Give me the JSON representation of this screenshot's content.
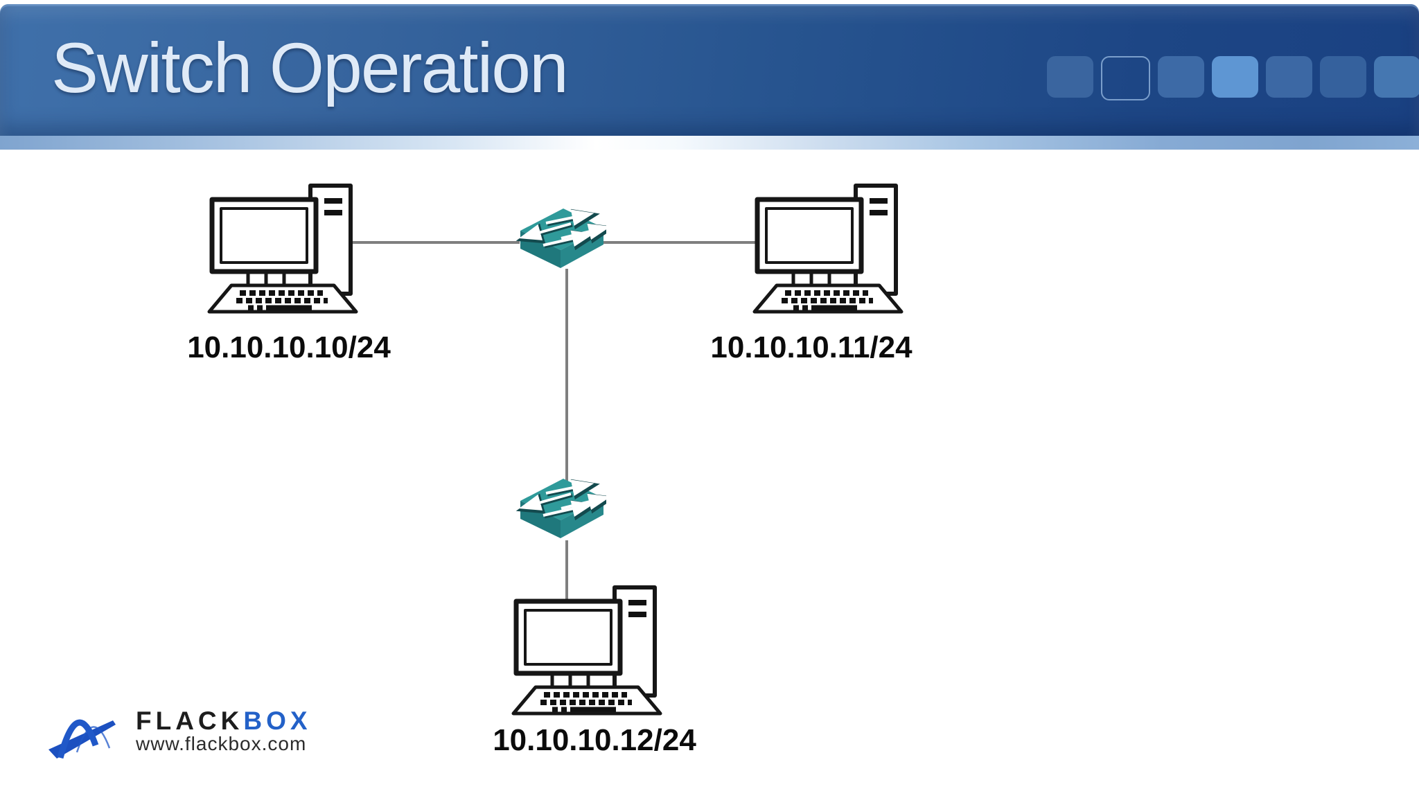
{
  "slide": {
    "title": "Switch Operation",
    "header": {
      "gradient_left": "#3f70aa",
      "gradient_right": "#1a4182",
      "squares": [
        {
          "fill": "#3a659f",
          "outlined": false,
          "border": ""
        },
        {
          "fill": "none",
          "outlined": true,
          "border": "#7b9fcc"
        },
        {
          "fill": "#3d6aa6",
          "outlined": false,
          "border": ""
        },
        {
          "fill": "#5e96d3",
          "outlined": false,
          "border": ""
        },
        {
          "fill": "#3c68a4",
          "outlined": false,
          "border": ""
        },
        {
          "fill": "#35619d",
          "outlined": false,
          "border": ""
        },
        {
          "fill": "#4577b1",
          "outlined": false,
          "border": ""
        }
      ]
    }
  },
  "diagram": {
    "colors": {
      "wire": "#7f7f7f",
      "switch_top": "#2f9a9a",
      "switch_left": "#1f787c",
      "switch_right": "#27888b",
      "device_line": "#161616",
      "label_text": "#0b0b0b"
    },
    "nodes": [
      {
        "id": "pc1",
        "type": "computer",
        "icon": "desktop-computer-icon",
        "label": "10.10.10.10/24"
      },
      {
        "id": "pc2",
        "type": "computer",
        "icon": "desktop-computer-icon",
        "label": "10.10.10.11/24"
      },
      {
        "id": "pc3",
        "type": "computer",
        "icon": "desktop-computer-icon",
        "label": "10.10.10.12/24"
      },
      {
        "id": "sw1",
        "type": "switch",
        "icon": "network-switch-icon",
        "label": ""
      },
      {
        "id": "sw2",
        "type": "switch",
        "icon": "network-switch-icon",
        "label": ""
      }
    ],
    "links": [
      {
        "from": "pc1",
        "to": "sw1"
      },
      {
        "from": "sw1",
        "to": "pc2"
      },
      {
        "from": "sw1",
        "to": "sw2"
      },
      {
        "from": "sw2",
        "to": "pc3"
      }
    ]
  },
  "footer": {
    "logo": {
      "icon": "flackbox-bridge-icon",
      "brand_primary": "FLACK",
      "brand_secondary": "BOX",
      "brand_primary_color": "#1d1d1d",
      "brand_secondary_color": "#2361c8",
      "website": "www.flackbox.com"
    }
  }
}
